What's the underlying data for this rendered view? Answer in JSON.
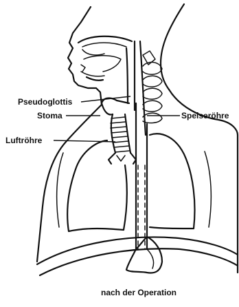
{
  "labels": {
    "pseudoglottis": "Pseudoglottis",
    "stoma": "Stoma",
    "luftroehre": "Luftröhre",
    "speiseroehre": "Speiseröhre"
  },
  "caption": "nach der Operation",
  "colors": {
    "ink": "#111111",
    "paper": "#ffffff"
  }
}
